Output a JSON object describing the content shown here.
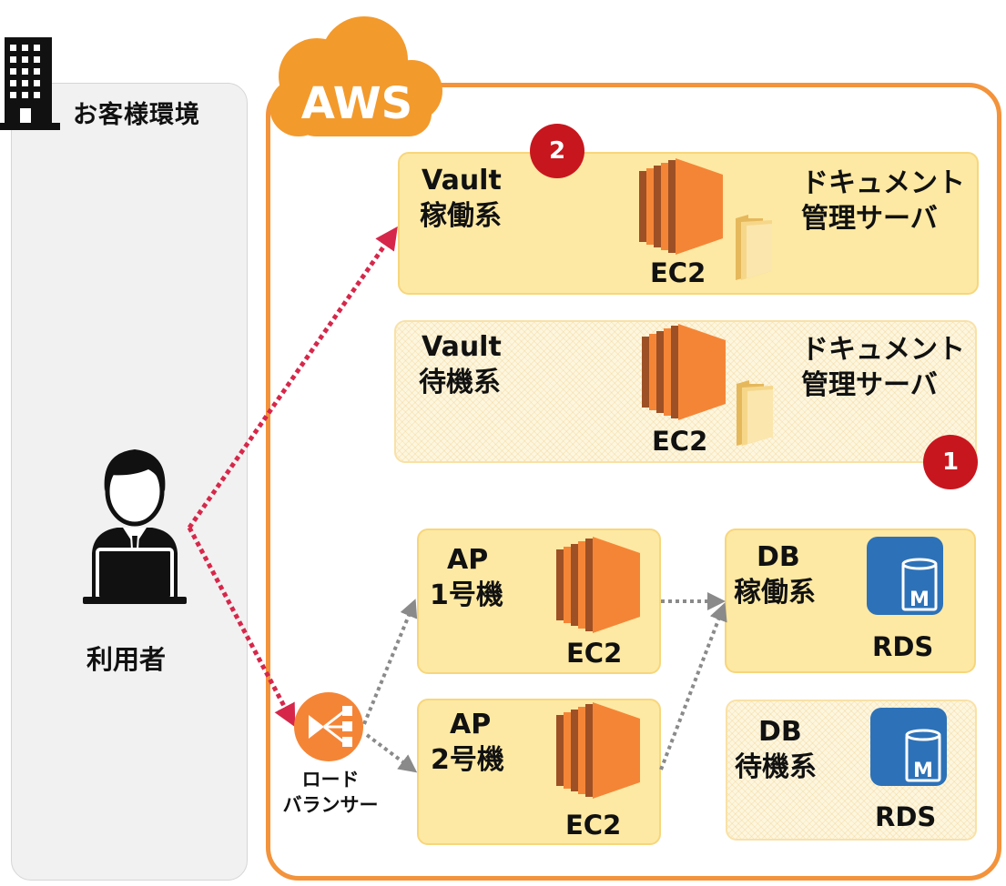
{
  "customer": {
    "label": "お客様環境",
    "user_label": "利用者"
  },
  "aws": {
    "logo_text": "AWS"
  },
  "vault_active": {
    "title_line1": "Vault",
    "title_line2": "稼働系",
    "server_line1": "ドキュメント",
    "server_line2": "管理サーバ",
    "instance_label": "EC2",
    "badge": "2"
  },
  "vault_standby": {
    "title_line1": "Vault",
    "title_line2": "待機系",
    "server_line1": "ドキュメント",
    "server_line2": "管理サーバ",
    "instance_label": "EC2",
    "badge": "1"
  },
  "ap1": {
    "title_line1": "AP",
    "title_line2": "1号機",
    "instance_label": "EC2"
  },
  "ap2": {
    "title_line1": "AP",
    "title_line2": "2号機",
    "instance_label": "EC2"
  },
  "db_active": {
    "title_line1": "DB",
    "title_line2": "稼働系",
    "service_label": "RDS",
    "rds_letter": "M"
  },
  "db_standby": {
    "title_line1": "DB",
    "title_line2": "待機系",
    "service_label": "RDS",
    "rds_letter": "M"
  },
  "load_balancer": {
    "label_line1": "ロード",
    "label_line2": "バランサー"
  },
  "colors": {
    "aws_orange": "#f3933b",
    "ec2_orange": "#f58536",
    "ec2_dark": "#9d5025",
    "box_fill": "#fde9a3",
    "badge_red": "#c8161e",
    "rds_blue": "#2d72b8",
    "arrow_red": "#d6274a",
    "arrow_gray": "#8a8a8a"
  },
  "icons": [
    "building-icon",
    "user-laptop-icon",
    "aws-cloud-icon",
    "ec2-icon",
    "folder-icon",
    "rds-icon",
    "load-balancer-icon"
  ]
}
